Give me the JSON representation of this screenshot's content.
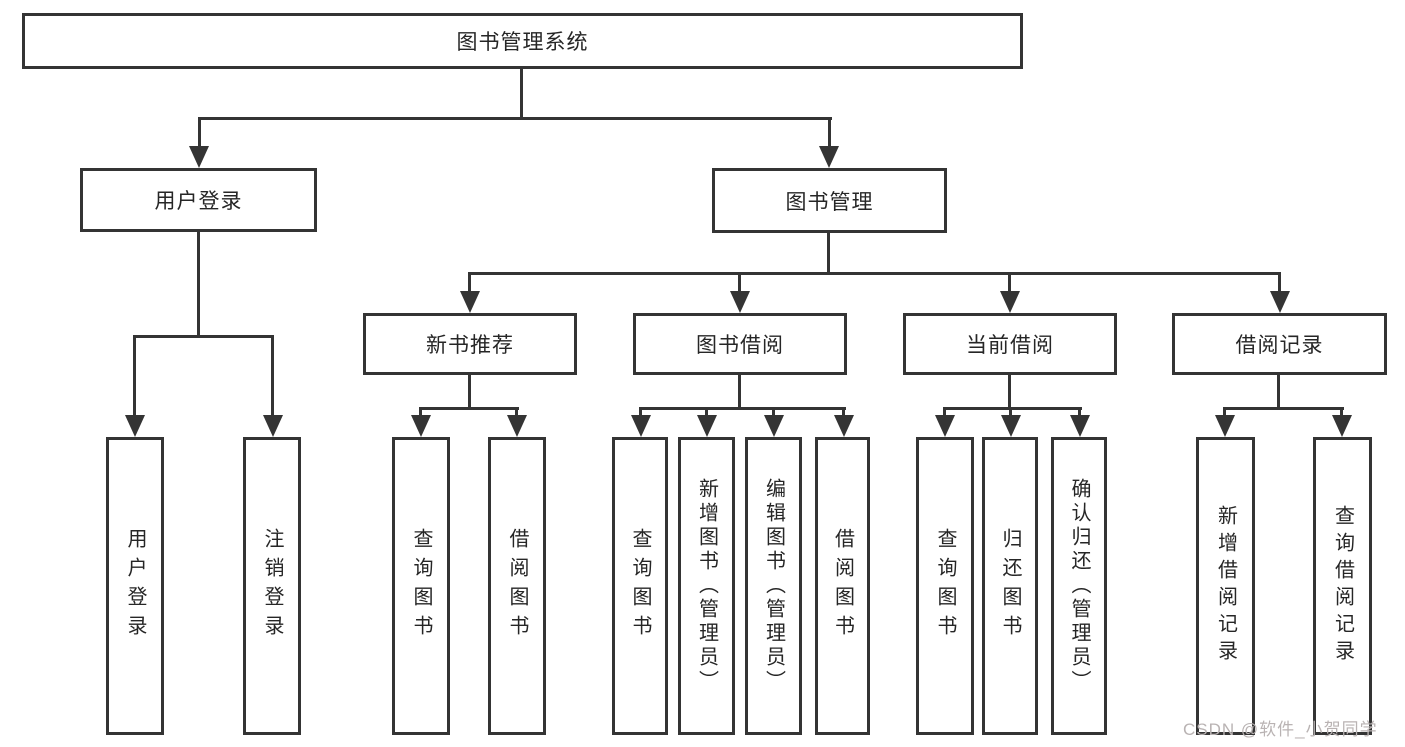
{
  "diagram": {
    "type": "hierarchy-tree",
    "line_color": "#343434",
    "background_color": "#ffffff",
    "watermark": "CSDN @软件_小贺同学"
  },
  "nodes": {
    "root": {
      "label": "图书管理系统"
    },
    "user_login": {
      "label": "用户登录"
    },
    "book_mgmt": {
      "label": "图书管理"
    },
    "new_book_rec": {
      "label": "新书推荐"
    },
    "book_borrow": {
      "label": "图书借阅"
    },
    "current_borrow": {
      "label": "当前借阅"
    },
    "borrow_records": {
      "label": "借阅记录"
    },
    "leaf_user_login": {
      "label": "用户登录"
    },
    "leaf_logout": {
      "label": "注销登录"
    },
    "leaf_query_book_1": {
      "label": "查询图书"
    },
    "leaf_borrow_book_1": {
      "label": "借阅图书"
    },
    "leaf_query_book_2": {
      "label": "查询图书"
    },
    "leaf_add_book_admin": {
      "label": "新增图书（管理员）"
    },
    "leaf_edit_book_admin": {
      "label": "编辑图书（管理员）"
    },
    "leaf_borrow_book_2": {
      "label": "借阅图书"
    },
    "leaf_query_book_3": {
      "label": "查询图书"
    },
    "leaf_return_book": {
      "label": "归还图书"
    },
    "leaf_confirm_return_admin": {
      "label": "确认归还（管理员）"
    },
    "leaf_add_record": {
      "label": "新增借阅记录"
    },
    "leaf_query_record": {
      "label": "查询借阅记录"
    }
  }
}
